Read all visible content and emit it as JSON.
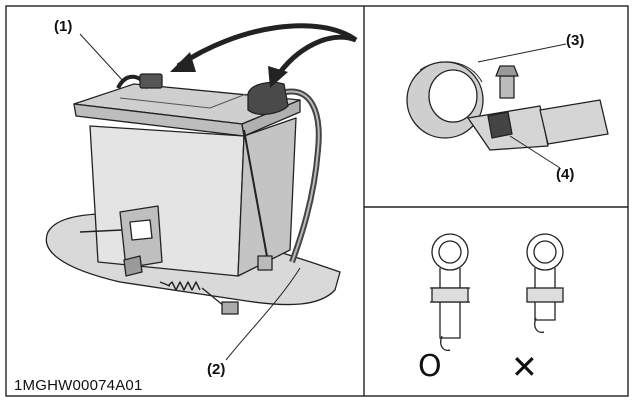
{
  "callouts": {
    "c1": "(1)",
    "c2": "(2)",
    "c3": "(3)",
    "c4": "(4)"
  },
  "figure_code": "1MGHW00074A01",
  "marks": {
    "correct": "O",
    "incorrect": "✕"
  }
}
